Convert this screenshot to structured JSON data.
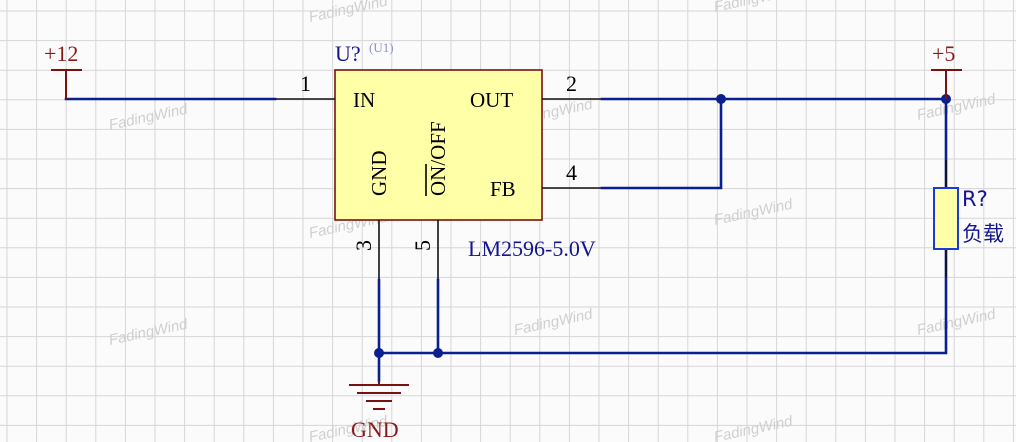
{
  "supply_in": "+12",
  "supply_out": "+5",
  "ground_label": "GND",
  "chip": {
    "designator": "U?",
    "designator_hint": "(U1)",
    "value": "LM2596-5.0V",
    "fill_color": "#ffffa8",
    "border_color": "#7a1010",
    "pins": [
      {
        "number": "1",
        "name": "IN"
      },
      {
        "number": "2",
        "name": "OUT"
      },
      {
        "number": "3",
        "name": "GND"
      },
      {
        "number": "4",
        "name": "FB"
      },
      {
        "number": "5",
        "name": "ON/OFF"
      }
    ]
  },
  "resistor": {
    "designator": "R?",
    "comment": "负载",
    "fill_color": "#ffffa8",
    "border_color": "#1a3bd6"
  },
  "colors": {
    "wire": "#0b1f8f",
    "power_symbol": "#7a1010",
    "grid": "#d6d6d6"
  },
  "watermark": "FadingWind"
}
